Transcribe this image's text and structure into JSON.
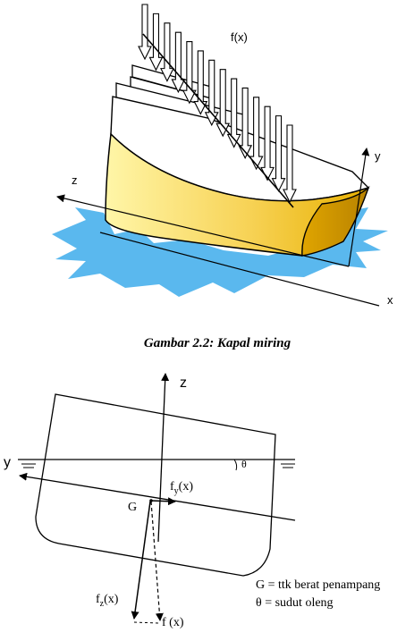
{
  "figure1": {
    "load_label": "f(x)",
    "axis_y": "y",
    "axis_z": "z",
    "axis_x": "x",
    "caption": "Gambar 2.2: Kapal miring"
  },
  "figure2": {
    "axis_z": "z",
    "axis_y": "y",
    "theta": "θ",
    "fy_main": "f",
    "fy_sub": "y",
    "fy_tail": "(x)",
    "g_label": "G",
    "fz_main": "f",
    "fz_sub": "z",
    "fz_tail": "(x)",
    "f_label": "f (x)",
    "legend_g": "G = ttk berat penampang",
    "legend_theta": "θ =  sudut oleng"
  },
  "colors": {
    "hull_light": "#fff6a8",
    "hull_dark": "#e8b000",
    "water": "#5ab8ee",
    "line": "#000000"
  }
}
